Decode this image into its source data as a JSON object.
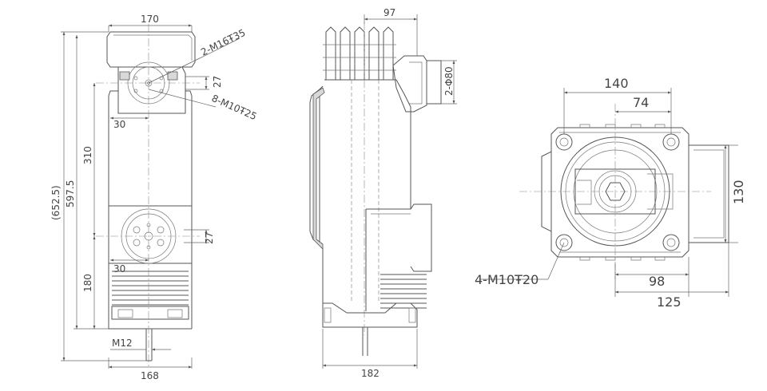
{
  "front_view": {
    "width_top": "170",
    "width_bottom": "168",
    "overall_height": "(652.5)",
    "height_597": "597.5",
    "height_310": "310",
    "height_180": "180",
    "top_hole_spec": "2-M16Ŧ35",
    "bolt_spec": "8-M10Ŧ25",
    "offset_27_top": "27",
    "offset_30_top": "30",
    "offset_27_bottom": "27",
    "offset_30_bottom": "30",
    "stud_spec": "M12"
  },
  "side_view": {
    "dim_97": "97",
    "dim_182": "182",
    "dia_spec": "2-Φ80"
  },
  "bottom_view": {
    "dim_140": "140",
    "dim_74": "74",
    "dim_130": "130",
    "dim_98": "98",
    "dim_125": "125",
    "hole_spec": "4-M10Ŧ20"
  }
}
